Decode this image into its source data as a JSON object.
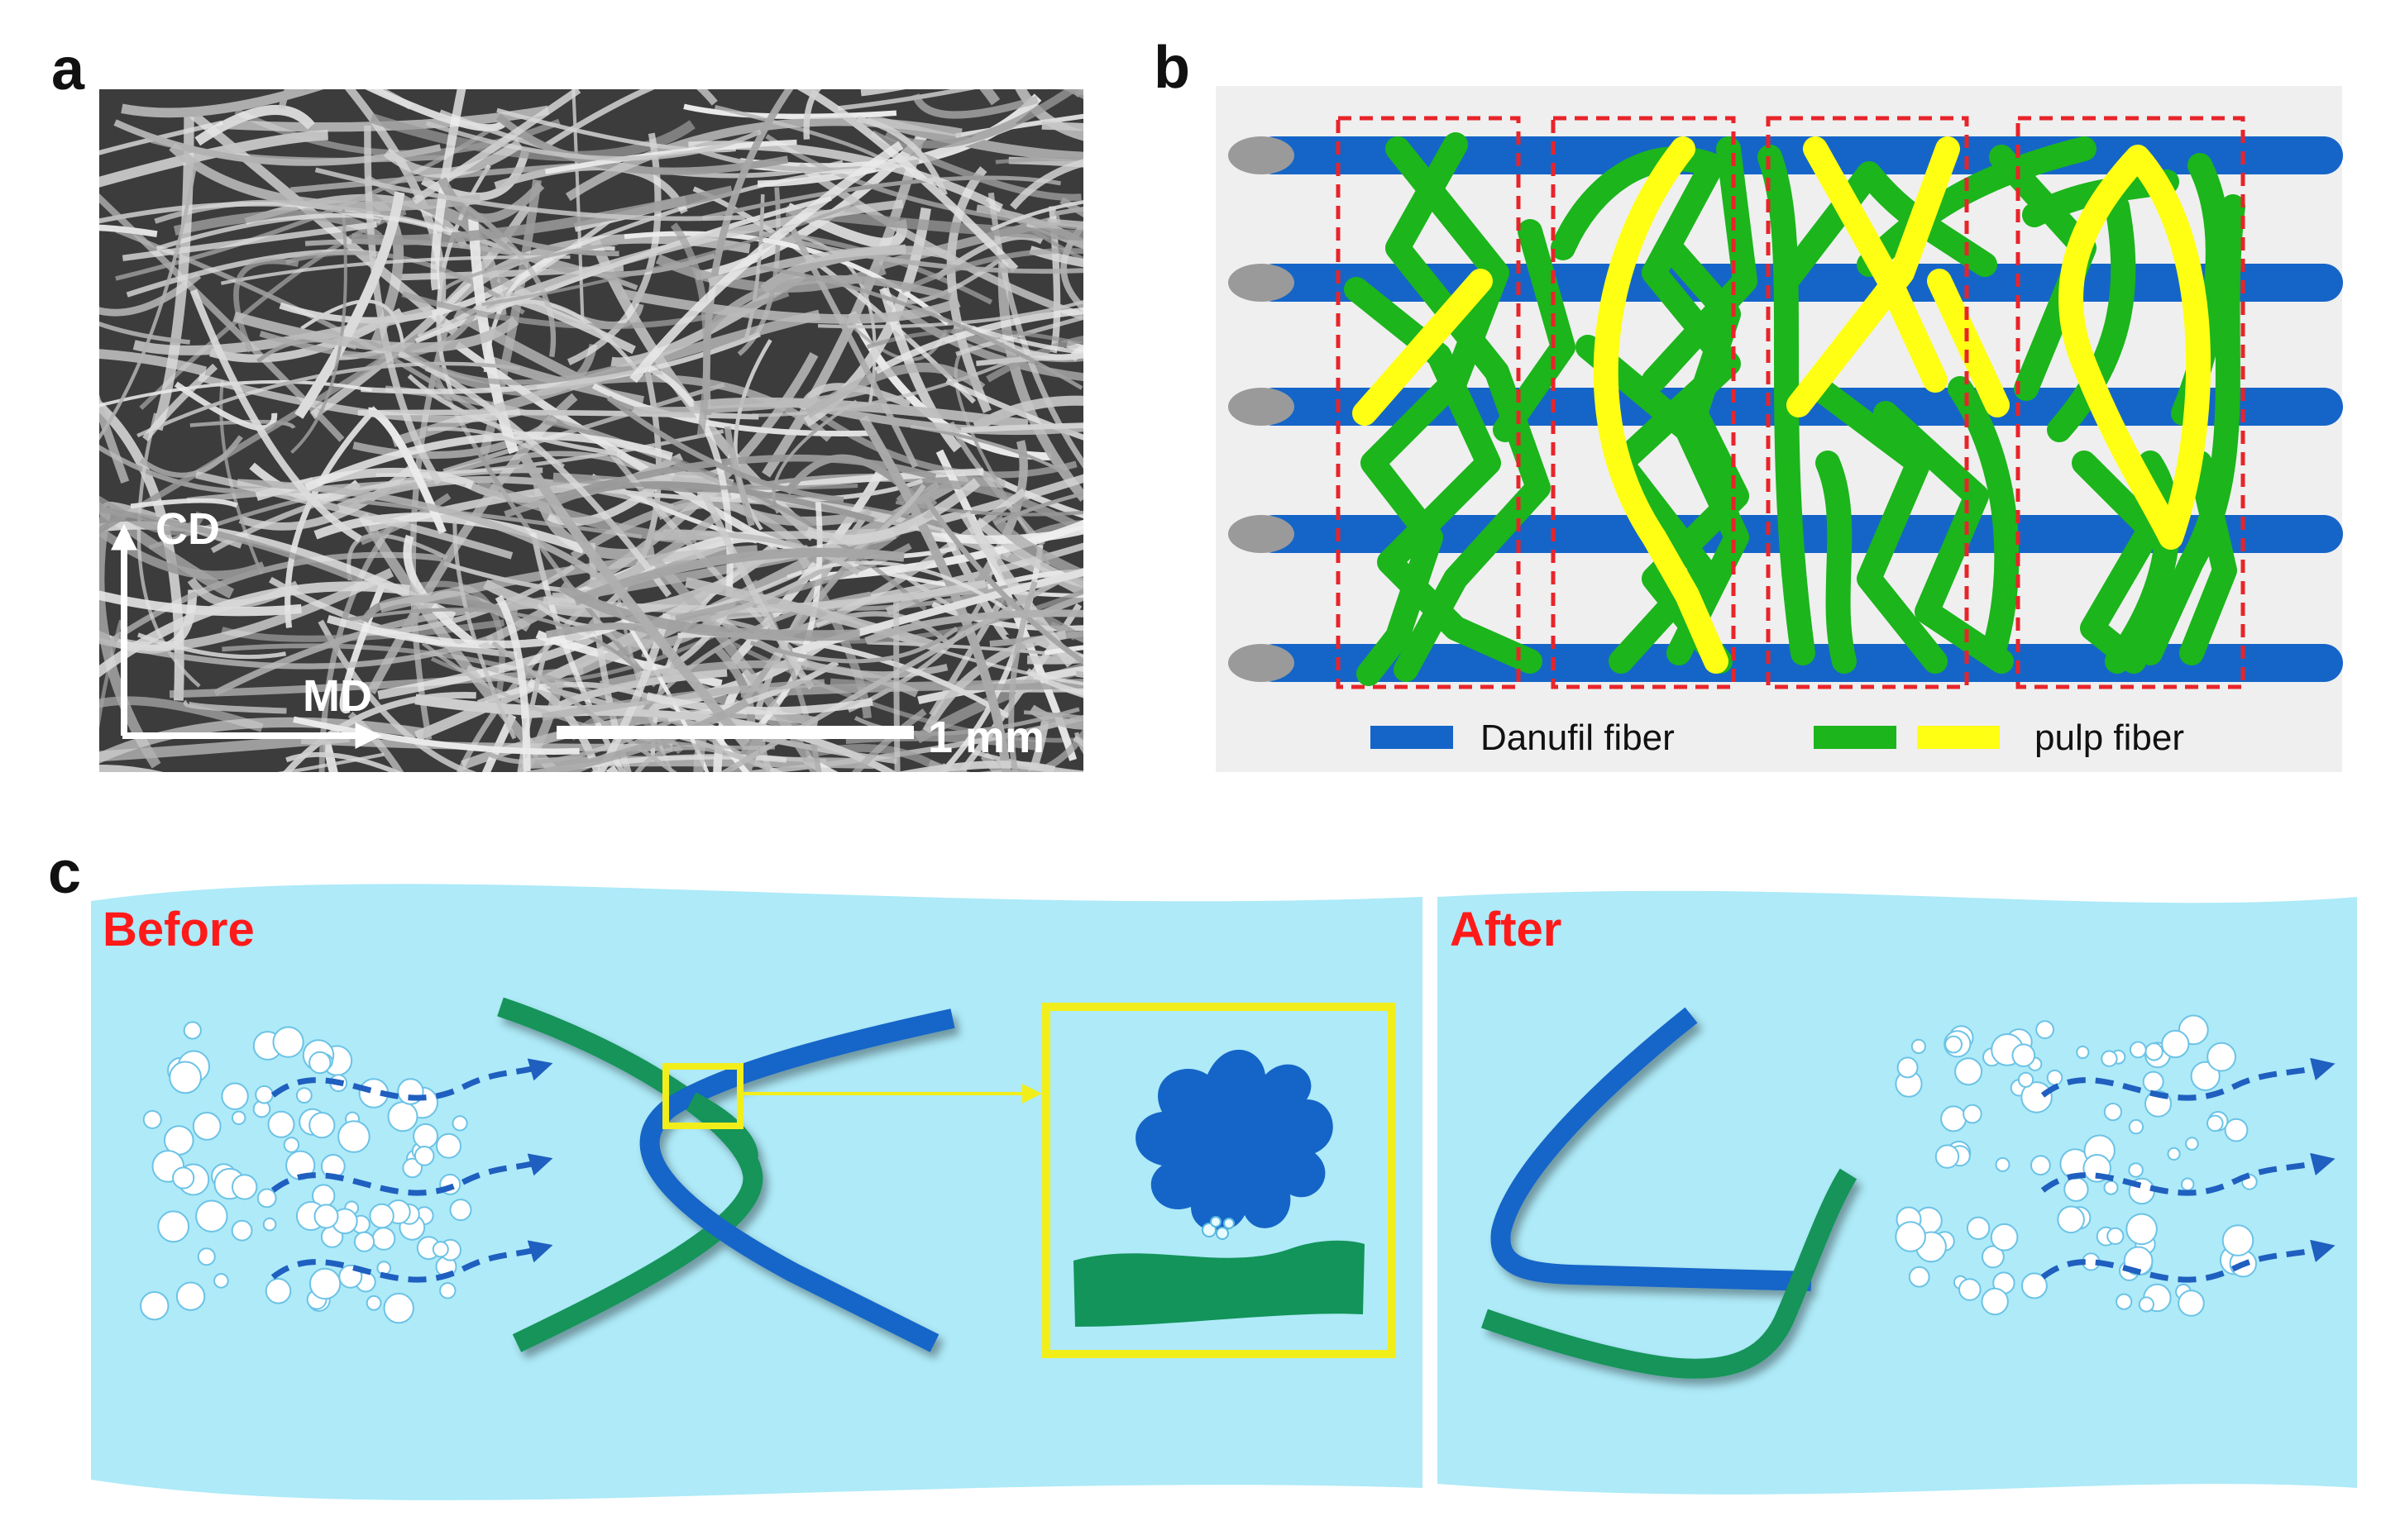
{
  "panel_a": {
    "letter": "a",
    "axis_cd": "CD",
    "axis_md": "MD",
    "scale_bar": "1 mm"
  },
  "panel_b": {
    "letter": "b",
    "legend_danufil": "Danufil fiber",
    "legend_pulp": "pulp fiber",
    "colors": {
      "danufil": "#1565c8",
      "pulp_green": "#1cb51c",
      "pulp_yellow": "#ffff14",
      "frame": "#e8242a",
      "background": "#efefef"
    }
  },
  "panel_c": {
    "letter": "c",
    "before_label": "Before",
    "after_label": "After",
    "colors": {
      "water": "#aeeaf8",
      "fiber_blue": "#1565c8",
      "fiber_green": "#12945a",
      "highlight": "#f2ee1a",
      "label_red": "#ff1a1a"
    }
  }
}
